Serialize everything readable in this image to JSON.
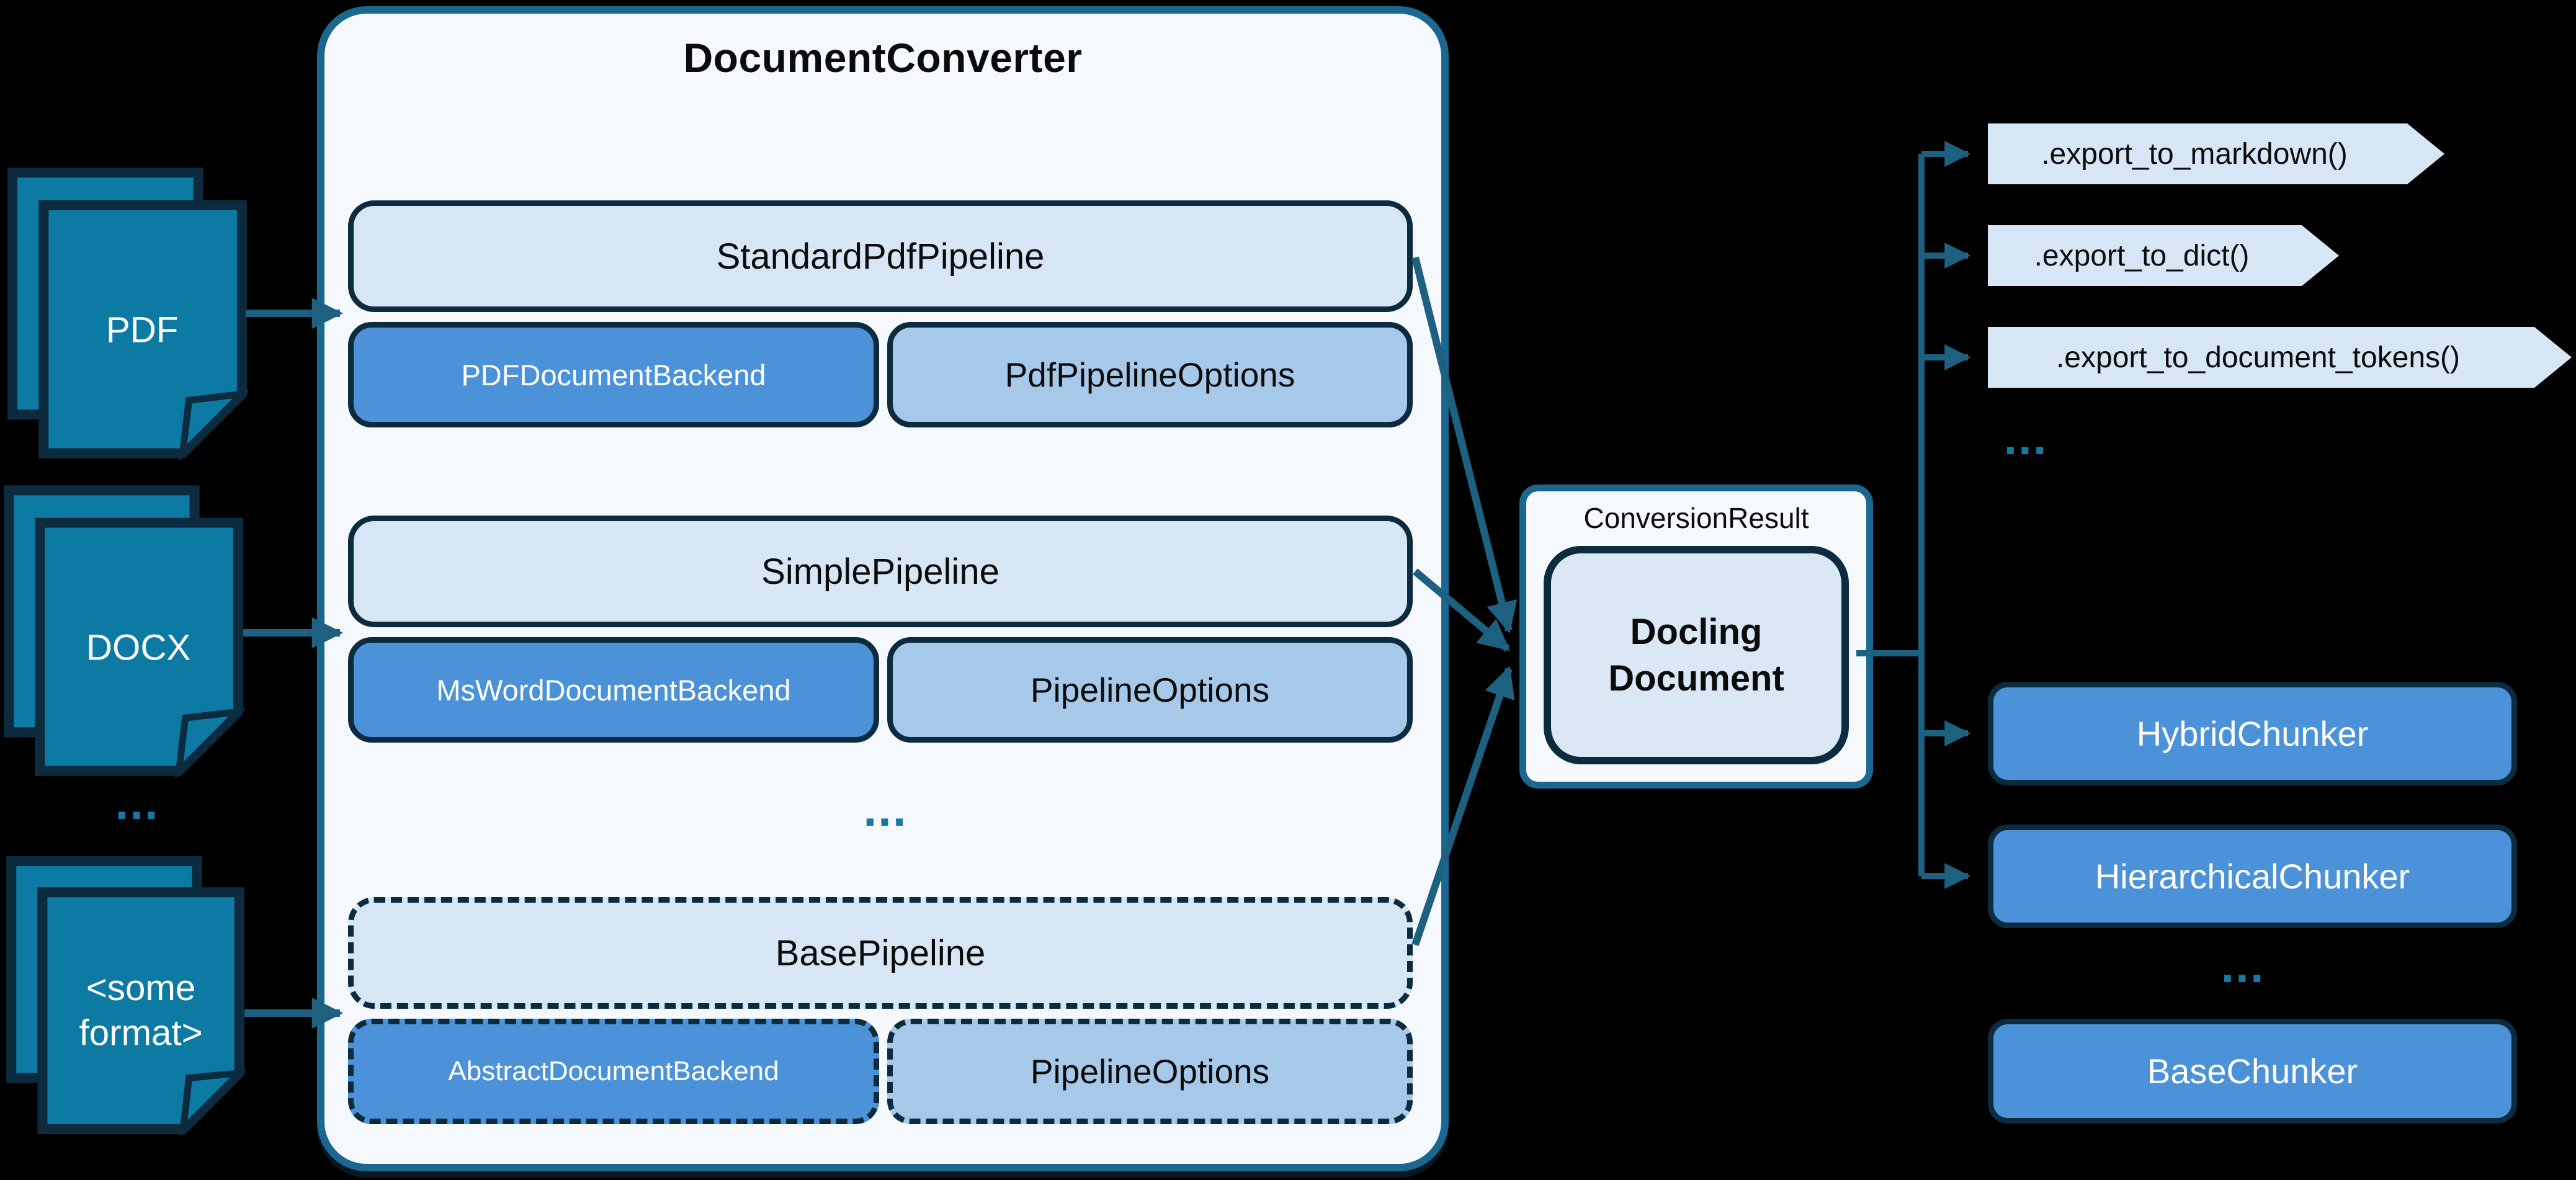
{
  "title": "DocumentConverter",
  "inputs": {
    "pdf": {
      "label": "PDF"
    },
    "docx": {
      "label": "DOCX"
    },
    "some_format": {
      "line1": "<some",
      "line2": "format>"
    },
    "ellipsis": "..."
  },
  "pipelines": [
    {
      "pipeline": "StandardPdfPipeline",
      "backend": "PDFDocumentBackend",
      "options": "PdfPipelineOptions"
    },
    {
      "pipeline": "SimplePipeline",
      "backend": "MsWordDocumentBackend",
      "options": "PipelineOptions"
    },
    {
      "pipeline": "BasePipeline",
      "backend": "AbstractDocumentBackend",
      "options": "PipelineOptions"
    }
  ],
  "converter_ellipsis": "...",
  "result": {
    "label": "ConversionResult",
    "document_line1": "Docling",
    "document_line2": "Document"
  },
  "exports": {
    "markdown": ".export_to_markdown()",
    "dict": ".export_to_dict()",
    "tokens": ".export_to_document_tokens()",
    "ellipsis": "..."
  },
  "chunkers": {
    "hybrid": "HybridChunker",
    "hierarchical": "HierarchicalChunker",
    "ellipsis": "...",
    "base": "BaseChunker"
  },
  "colors": {
    "background": "#000000",
    "panel_fill": "#f5f8fd",
    "panel_border_teal": "#1a678f",
    "box_border_navy": "#0d2b3e",
    "light_blue_fill": "#d7e6f4",
    "mid_blue_fill": "#a7c9e9",
    "medium_blue_fill": "#4b92d9",
    "docling_fill": "#dae8f6",
    "document_icon_fill": "#0d7aa4",
    "arrow_teal": "#1d6080",
    "dots_teal": "#1579a3"
  }
}
